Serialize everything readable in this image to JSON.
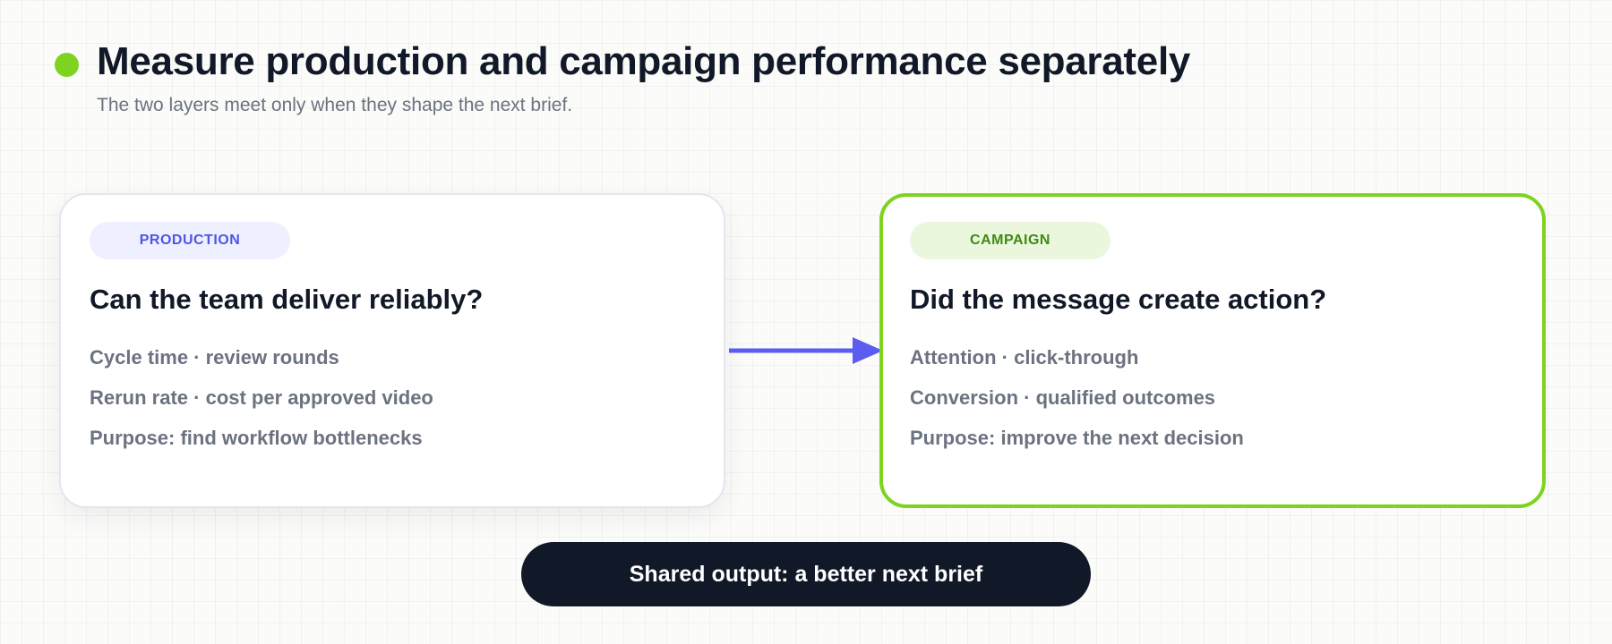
{
  "header": {
    "title": "Measure production and campaign performance separately",
    "subtitle": "The two layers meet only when they shape the next brief."
  },
  "production": {
    "badge": "PRODUCTION",
    "question": "Can the team deliver reliably?",
    "items": [
      "Cycle time · review rounds",
      "Rerun rate · cost per approved video",
      "Purpose: find workflow bottlenecks"
    ]
  },
  "campaign": {
    "badge": "CAMPAIGN",
    "question": "Did the message create action?",
    "items": [
      "Attention · click-through",
      "Conversion · qualified outcomes",
      "Purpose: improve the next decision"
    ]
  },
  "output": {
    "label": "Shared output: a better next brief"
  },
  "colors": {
    "accent_green": "#7ed321",
    "production_badge_bg": "#eef0ff",
    "production_badge_text": "#4f55e6",
    "campaign_badge_bg": "#eaf7dc",
    "campaign_badge_text": "#3f8a14",
    "arrow": "#5b5cf0",
    "output_bg": "#111827"
  },
  "icons": {
    "header_marker": "green-dot-icon",
    "connector": "arrow-right-icon"
  }
}
